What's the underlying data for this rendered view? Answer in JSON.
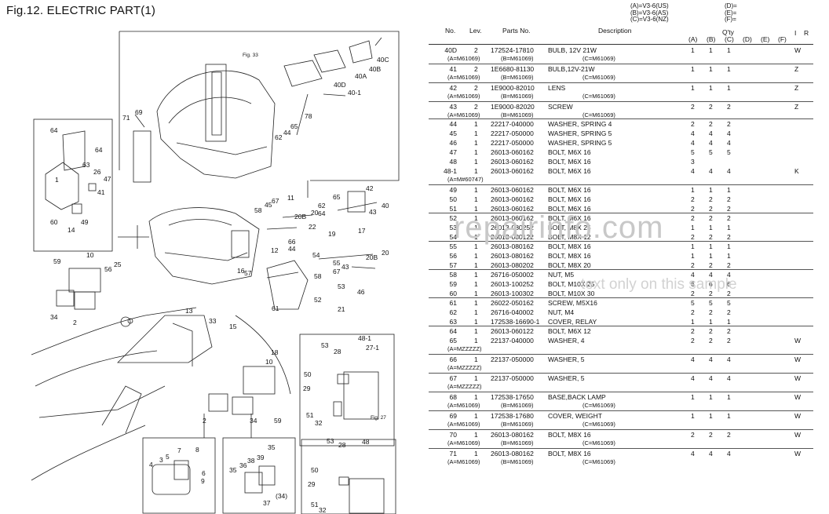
{
  "figure_title": "Fig.12.  ELECTRIC PART(1)",
  "variants": {
    "a": "(A)=V3-6(US)",
    "b": "(B)=V3-6(AS)",
    "c": "(C)=V3-6(NZ)",
    "d": "(D)=",
    "e": "(E)=",
    "f": "(F)="
  },
  "headers": {
    "no": "No.",
    "lev": "Lev.",
    "parts_no": "Parts No.",
    "description": "Description",
    "qty": "Q'ty",
    "i": "I",
    "r": "R",
    "cols": [
      "(A)",
      "(B)",
      "(C)",
      "(D)",
      "(E)",
      "(F)"
    ]
  },
  "watermark": "repairinfo.com",
  "watermark_note": "text only on this sample",
  "diagram_labels": {
    "fig33": "Fig.33",
    "fig27": "Fig.27",
    "callouts": [
      "40C",
      "40B",
      "40A",
      "40-1",
      "40D",
      "78",
      "65",
      "44",
      "62",
      "69",
      "71",
      "64",
      "64",
      "63",
      "26",
      "47",
      "1",
      "41",
      "60",
      "14",
      "49",
      "58",
      "45",
      "67",
      "11",
      "20B",
      "20",
      "65",
      "42",
      "40",
      "43",
      "62",
      "64",
      "59",
      "10",
      "56",
      "25",
      "34",
      "2",
      "13",
      "33",
      "15",
      "57",
      "16",
      "12",
      "66",
      "44",
      "22",
      "19",
      "17",
      "54",
      "20B",
      "20",
      "55",
      "58",
      "67",
      "43",
      "46",
      "53",
      "52",
      "21",
      "61",
      "18",
      "10",
      "2",
      "34",
      "59",
      "53",
      "28",
      "48-1",
      "27-1",
      "50",
      "29",
      "51",
      "32",
      "3",
      "5",
      "7",
      "8",
      "4",
      "6",
      "9",
      "35",
      "38",
      "39",
      "36",
      "37",
      "(34)",
      "53",
      "28",
      "48",
      "50",
      "29",
      "51",
      "32"
    ]
  },
  "rows": [
    {
      "no": "40D",
      "lev": "2",
      "parts_no": "172524-17810",
      "desc": "BULB, 12V 21W",
      "qa": "1",
      "qb": "1",
      "qc": "1",
      "ir": "W",
      "sub": [
        "(A=M61069)",
        "(B=M61069)",
        "(C=M61069)"
      ]
    },
    {
      "no": "41",
      "lev": "2",
      "parts_no": "1E6680-81130",
      "desc": "BULB,12V-21W",
      "qa": "1",
      "qb": "1",
      "qc": "1",
      "ir": "Z",
      "sub": [
        "(A=M61069)",
        "(B=M61069)",
        "(C=M61069)"
      ]
    },
    {
      "no": "42",
      "lev": "2",
      "parts_no": "1E9000-82010",
      "desc": "LENS",
      "qa": "1",
      "qb": "1",
      "qc": "1",
      "ir": "Z",
      "sub": [
        "(A=M61069)",
        "(B=M61069)",
        "(C=M61069)"
      ]
    },
    {
      "no": "43",
      "lev": "2",
      "parts_no": "1E9000-82020",
      "desc": "SCREW",
      "qa": "2",
      "qb": "2",
      "qc": "2",
      "ir": "Z",
      "sub": [
        "(A=M61069)",
        "(B=M61069)",
        "(C=M61069)"
      ]
    },
    {
      "no": "44",
      "lev": "1",
      "parts_no": "22217-040000",
      "desc": "WASHER, SPRING 4",
      "qa": "2",
      "qb": "2",
      "qc": "2",
      "ir": ""
    },
    {
      "no": "45",
      "lev": "1",
      "parts_no": "22217-050000",
      "desc": "WASHER, SPRING 5",
      "qa": "4",
      "qb": "4",
      "qc": "4",
      "ir": ""
    },
    {
      "no": "46",
      "lev": "1",
      "parts_no": "22217-050000",
      "desc": "WASHER, SPRING 5",
      "qa": "4",
      "qb": "4",
      "qc": "4",
      "ir": ""
    },
    {
      "no": "47",
      "lev": "1",
      "parts_no": "26013-060162",
      "desc": "BOLT, M6X 16",
      "qa": "5",
      "qb": "5",
      "qc": "5",
      "ir": ""
    },
    {
      "no": "48",
      "lev": "1",
      "parts_no": "26013-060162",
      "desc": "BOLT, M6X 16",
      "qa": "3",
      "qb": "",
      "qc": "",
      "ir": ""
    },
    {
      "no": "48-1",
      "lev": "1",
      "parts_no": "26013-060162",
      "desc": "BOLT, M6X 16",
      "qa": "4",
      "qb": "4",
      "qc": "4",
      "ir": "K",
      "sub": [
        "(A=M#60747)"
      ]
    },
    {
      "no": "49",
      "lev": "1",
      "parts_no": "26013-060162",
      "desc": "BOLT, M6X 16",
      "qa": "1",
      "qb": "1",
      "qc": "1",
      "ir": ""
    },
    {
      "no": "50",
      "lev": "1",
      "parts_no": "26013-060162",
      "desc": "BOLT, M6X 16",
      "qa": "2",
      "qb": "2",
      "qc": "2",
      "ir": ""
    },
    {
      "no": "51",
      "lev": "1",
      "parts_no": "26013-060162",
      "desc": "BOLT, M6X 16",
      "qa": "2",
      "qb": "2",
      "qc": "2",
      "ir": ""
    },
    {
      "no": "52",
      "lev": "1",
      "parts_no": "26013-060162",
      "desc": "BOLT, M6X 16",
      "qa": "2",
      "qb": "2",
      "qc": "2",
      "ir": ""
    },
    {
      "no": "53",
      "lev": "1",
      "parts_no": "26013-080252",
      "desc": "BOLT, M8X 25",
      "qa": "1",
      "qb": "1",
      "qc": "1",
      "ir": ""
    },
    {
      "no": "54",
      "lev": "1",
      "parts_no": "26013-080122",
      "desc": "BOLT, M8X 12",
      "qa": "2",
      "qb": "2",
      "qc": "2",
      "ir": ""
    },
    {
      "no": "55",
      "lev": "1",
      "parts_no": "26013-080162",
      "desc": "BOLT, M8X 16",
      "qa": "1",
      "qb": "1",
      "qc": "1",
      "ir": ""
    },
    {
      "no": "56",
      "lev": "1",
      "parts_no": "26013-080162",
      "desc": "BOLT, M8X 16",
      "qa": "1",
      "qb": "1",
      "qc": "1",
      "ir": ""
    },
    {
      "no": "57",
      "lev": "1",
      "parts_no": "26013-080202",
      "desc": "BOLT, M8X 20",
      "qa": "2",
      "qb": "2",
      "qc": "2",
      "ir": ""
    },
    {
      "no": "58",
      "lev": "1",
      "parts_no": "26716-050002",
      "desc": "NUT, M5",
      "qa": "4",
      "qb": "4",
      "qc": "4",
      "ir": ""
    },
    {
      "no": "59",
      "lev": "1",
      "parts_no": "26013-100252",
      "desc": "BOLT, M10X 25",
      "qa": "6",
      "qb": "6",
      "qc": "6",
      "ir": ""
    },
    {
      "no": "60",
      "lev": "1",
      "parts_no": "26013-100302",
      "desc": "BOLT, M10X 30",
      "qa": "2",
      "qb": "2",
      "qc": "2",
      "ir": ""
    },
    {
      "no": "61",
      "lev": "1",
      "parts_no": "26022-050162",
      "desc": "SCREW, M5X16",
      "qa": "5",
      "qb": "5",
      "qc": "5",
      "ir": ""
    },
    {
      "no": "62",
      "lev": "1",
      "parts_no": "26716-040002",
      "desc": "NUT, M4",
      "qa": "2",
      "qb": "2",
      "qc": "2",
      "ir": ""
    },
    {
      "no": "63",
      "lev": "1",
      "parts_no": "172538-16690-1",
      "desc": "COVER, RELAY",
      "qa": "1",
      "qb": "1",
      "qc": "1",
      "ir": ""
    },
    {
      "no": "64",
      "lev": "1",
      "parts_no": "26013-060122",
      "desc": "BOLT, M6X 12",
      "qa": "2",
      "qb": "2",
      "qc": "2",
      "ir": ""
    },
    {
      "no": "65",
      "lev": "1",
      "parts_no": "22137-040000",
      "desc": "WASHER,  4",
      "qa": "2",
      "qb": "2",
      "qc": "2",
      "ir": "W",
      "sub": [
        "(A=MZZZZZ)"
      ]
    },
    {
      "no": "66",
      "lev": "1",
      "parts_no": "22137-050000",
      "desc": "WASHER,  5",
      "qa": "4",
      "qb": "4",
      "qc": "4",
      "ir": "W",
      "sub": [
        "(A=MZZZZZ)"
      ]
    },
    {
      "no": "67",
      "lev": "1",
      "parts_no": "22137-050000",
      "desc": "WASHER,  5",
      "qa": "4",
      "qb": "4",
      "qc": "4",
      "ir": "W",
      "sub": [
        "(A=MZZZZZ)"
      ]
    },
    {
      "no": "68",
      "lev": "1",
      "parts_no": "172538-17650",
      "desc": "BASE,BACK LAMP",
      "qa": "1",
      "qb": "1",
      "qc": "1",
      "ir": "W",
      "sub": [
        "(A=M61069)",
        "(B=M61069)",
        "(C=M61069)"
      ]
    },
    {
      "no": "69",
      "lev": "1",
      "parts_no": "172538-17680",
      "desc": "COVER, WEIGHT",
      "qa": "1",
      "qb": "1",
      "qc": "1",
      "ir": "W",
      "sub": [
        "(A=M61069)",
        "(B=M61069)",
        "(C=M61069)"
      ]
    },
    {
      "no": "70",
      "lev": "1",
      "parts_no": "26013-080162",
      "desc": "BOLT, M8X 16",
      "qa": "2",
      "qb": "2",
      "qc": "2",
      "ir": "W",
      "sub": [
        "(A=M61069)",
        "(B=M61069)",
        "(C=M61069)"
      ]
    },
    {
      "no": "71",
      "lev": "1",
      "parts_no": "26013-080162",
      "desc": "BOLT, M8X 16",
      "qa": "4",
      "qb": "4",
      "qc": "4",
      "ir": "W",
      "sub": [
        "(A=M61069)",
        "(B=M61069)",
        "(C=M61069)"
      ]
    }
  ]
}
